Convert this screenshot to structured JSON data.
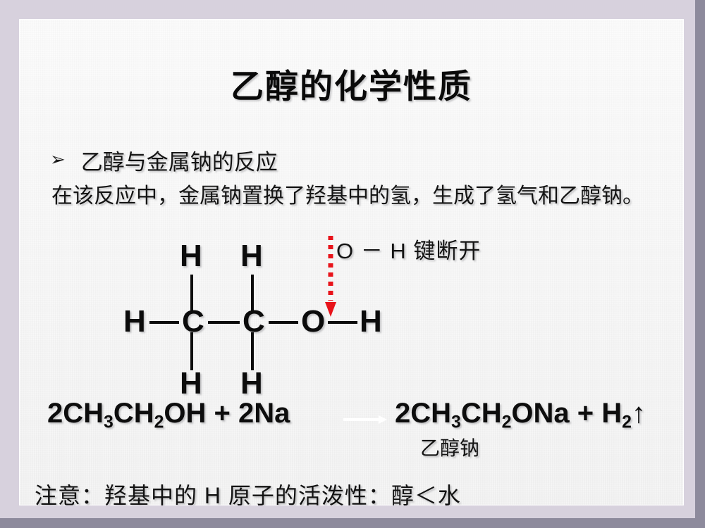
{
  "slide": {
    "title": "乙醇的化学性质",
    "bullet": {
      "marker": "➢",
      "text": "乙醇与金属钠的反应"
    },
    "paragraph": "在该反应中，金属钠置换了羟基中的氢，生成了氢气和乙醇钠。",
    "annotation": {
      "text": "O － H 键断开",
      "arrow_name": "red-dotted-down-arrow",
      "arrow_color": "#e8131a"
    },
    "structure": {
      "name": "ethanol-structural-formula",
      "atoms": {
        "h_left": "H",
        "c1": "C",
        "c2": "C",
        "o": "O",
        "h_right": "H",
        "h_top_1": "H",
        "h_top_2": "H",
        "h_bottom_1": "H",
        "h_bottom_2": "H"
      }
    },
    "equation": {
      "lhs_prefix": "2CH",
      "lhs_sub1": "3",
      "lhs_mid": "CH",
      "lhs_sub2": "2",
      "lhs_suffix": "OH + 2Na",
      "rhs_prefix": "2CH",
      "rhs_sub1": "3",
      "rhs_mid": "CH",
      "rhs_sub2": "2",
      "rhs_suffix": "ONa + H",
      "rhs_sub3": "2",
      "rhs_gas": "↑",
      "arrow_name": "reaction-arrow"
    },
    "product_label": "乙醇钠",
    "note": "注意：羟基中的 H 原子的活泼性：醇＜水",
    "colors": {
      "text": "#121212",
      "accent_red": "#e8131a",
      "slide_bg": "#f4f4f4",
      "frame_light": "#d7d1dd",
      "frame_dark": "#8d8a9c"
    }
  }
}
